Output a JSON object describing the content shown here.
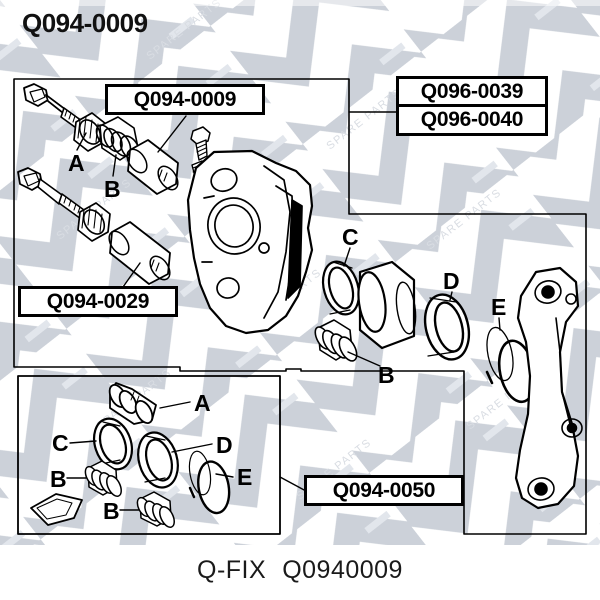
{
  "page": {
    "title": "Q094-0009",
    "background_color": "#ffffff",
    "ink_color": "#000000",
    "watermark_color": "#cdd2da",
    "watermark_text": "Q-FIX SPARE PARTS"
  },
  "footer": {
    "brand": "Q-FIX",
    "code": "Q0940009"
  },
  "part_numbers": [
    {
      "id": "pn-main-guide",
      "text": "Q094-0009"
    },
    {
      "id": "pn-pad-1",
      "text": "Q096-0039"
    },
    {
      "id": "pn-pad-2",
      "text": "Q096-0040"
    },
    {
      "id": "pn-sleeve",
      "text": "Q094-0029"
    },
    {
      "id": "pn-repair-kit",
      "text": "Q094-0050"
    }
  ],
  "main_diagram": {
    "callout_labels": [
      {
        "id": "main-a",
        "text": "A"
      },
      {
        "id": "main-b-upper",
        "text": "B"
      },
      {
        "id": "main-c",
        "text": "C"
      },
      {
        "id": "main-d",
        "text": "D"
      },
      {
        "id": "main-e",
        "text": "E"
      },
      {
        "id": "main-b-lower",
        "text": "B"
      }
    ]
  },
  "inset_diagram": {
    "callout_labels": [
      {
        "id": "inset-a",
        "text": "A"
      },
      {
        "id": "inset-c",
        "text": "C"
      },
      {
        "id": "inset-d",
        "text": "D"
      },
      {
        "id": "inset-e",
        "text": "E"
      },
      {
        "id": "inset-b-left",
        "text": "B"
      },
      {
        "id": "inset-b-bottom",
        "text": "B"
      }
    ]
  }
}
